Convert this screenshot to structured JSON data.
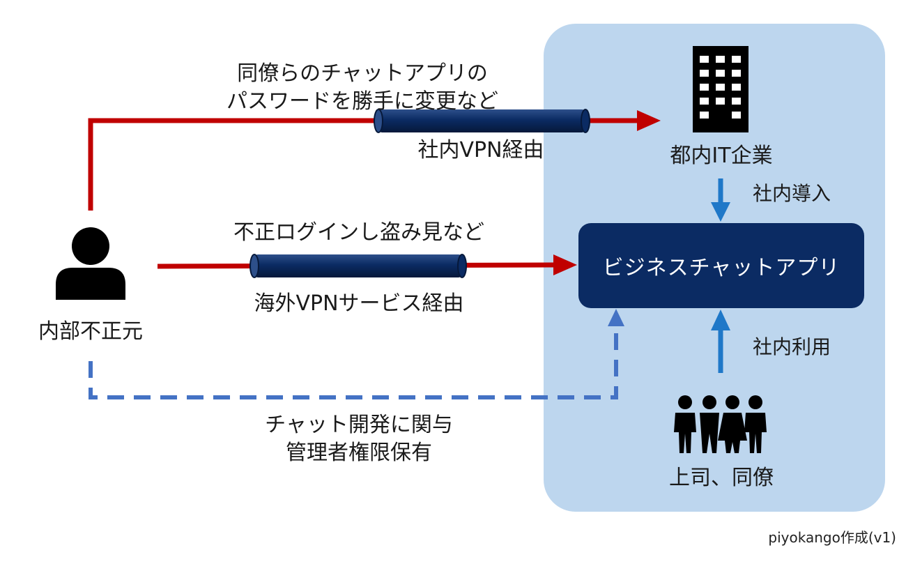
{
  "colors": {
    "panel": "#bdd6ee",
    "app_box": "#0b2b63",
    "red_arrow": "#c00000",
    "blue_arrow": "#1f78c8",
    "dashed_blue": "#4472c4",
    "tube": "#0b2b63"
  },
  "icons": {
    "insider": "person-icon",
    "company": "building-icon",
    "coworkers": "people-group-icon"
  },
  "nodes": {
    "insider": "内部不正元",
    "company": "都内IT企業",
    "app": "ビジネスチャットアプリ",
    "coworkers": "上司、同僚"
  },
  "paths": {
    "top": {
      "action_line1": "同僚らのチャットアプリの",
      "action_line2": "パスワードを勝手に変更など",
      "via": "社内VPN経由"
    },
    "middle": {
      "action": "不正ログインし盗み見など",
      "via": "海外VPNサービス経由"
    },
    "dashed": {
      "line1": "チャット開発に関与",
      "line2": "管理者権限保有"
    }
  },
  "flows": {
    "adoption": "社内導入",
    "usage": "社内利用"
  },
  "credit": "piyokango作成(v1)"
}
